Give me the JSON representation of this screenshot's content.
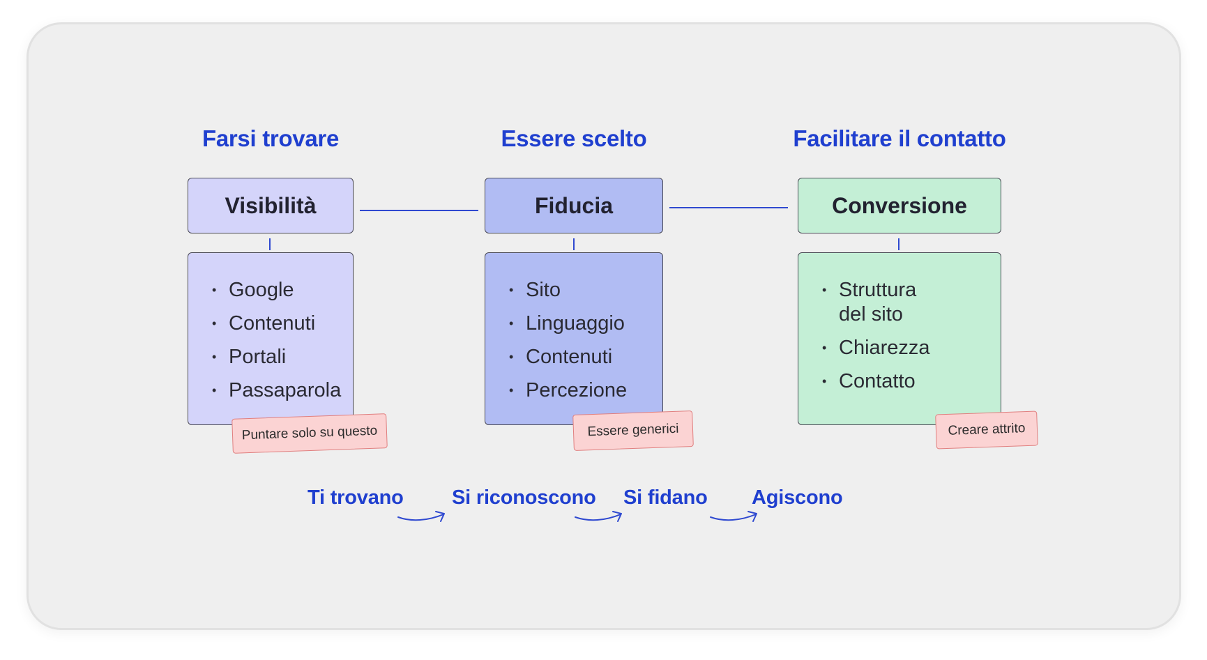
{
  "columns": [
    {
      "heading": "Farsi trovare",
      "title": "Visibilità",
      "items": [
        "Google",
        "Contenuti",
        "Portali",
        "Passaparola"
      ],
      "tag": "Puntare solo su questo",
      "color": "#d4d4fa"
    },
    {
      "heading": "Essere scelto",
      "title": "Fiducia",
      "items": [
        "Sito",
        "Linguaggio",
        "Contenuti",
        "Percezione"
      ],
      "tag": "Essere generici",
      "color": "#b1bcf3"
    },
    {
      "heading": "Facilitare il contatto",
      "title": "Conversione",
      "items": [
        "Struttura\ndel sito",
        "Chiarezza",
        "Contatto"
      ],
      "tag": "Creare attrito",
      "color": "#c4efd6"
    }
  ],
  "flow": [
    "Ti trovano",
    "Si riconoscono",
    "Si fidano",
    "Agiscono"
  ],
  "colors": {
    "accent": "#1f3fcf",
    "tag_fill": "#fbd3d3",
    "tag_border": "#e07f7f",
    "background": "#efefef"
  }
}
